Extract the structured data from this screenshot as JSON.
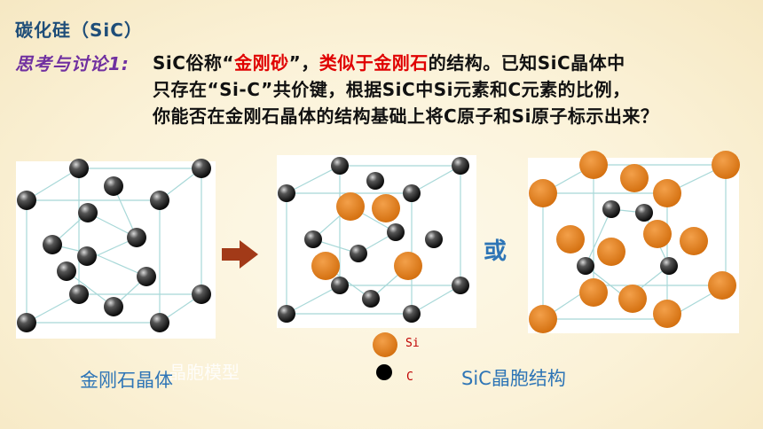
{
  "title": "碳化硅（SiC）",
  "question": {
    "label": "思考与讨论1:",
    "line1_a": "SiC俗称“",
    "line1_red1": "金刚砂",
    "line1_b": "”，",
    "line1_red2": "类似于金刚石",
    "line1_c": "的结构。已知SiC晶体中",
    "line2": "只存在“Si-C”共价键，根据SiC中Si元素和C元素的比例，",
    "line3": "你能否在金刚石晶体的结构基础上将C原子和Si原子标示出来？"
  },
  "captions": {
    "diamond": "金刚石晶体",
    "ghost": "晶胞模型",
    "sic": "SiC晶胞结构",
    "or": "或"
  },
  "legend": {
    "si": "Si",
    "c": "C"
  },
  "colors": {
    "carbon": "#111111",
    "silicon": "#e07f18",
    "arrow": "#a23a18",
    "edge": "#a8d8d8"
  }
}
